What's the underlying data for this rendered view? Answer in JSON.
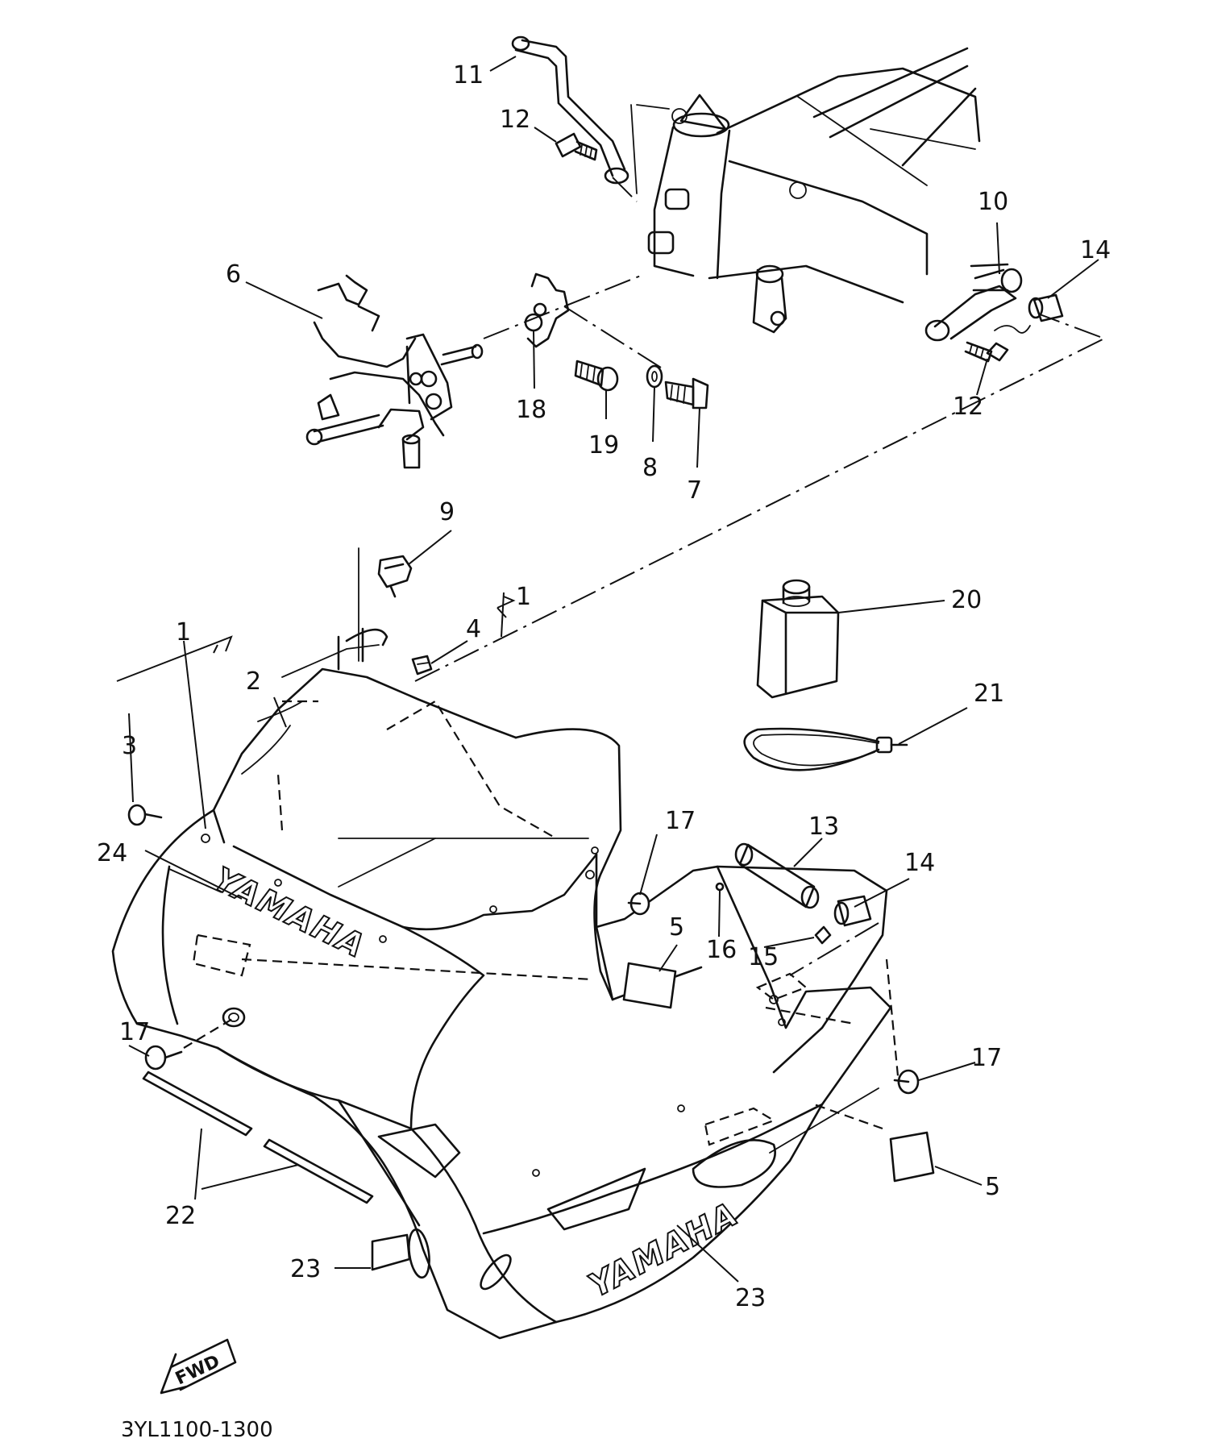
{
  "callouts": {
    "c1a": "1",
    "c1b": "1",
    "c2": "2",
    "c3": "3",
    "c4": "4",
    "c5a": "5",
    "c5b": "5",
    "c6": "6",
    "c7": "7",
    "c8": "8",
    "c9": "9",
    "c10": "10",
    "c11": "11",
    "c12a": "12",
    "c12b": "12",
    "c13": "13",
    "c14a": "14",
    "c14b": "14",
    "c15": "15",
    "c16": "16",
    "c17a": "17",
    "c17b": "17",
    "c17c": "17",
    "c18": "18",
    "c19": "19",
    "c20": "20",
    "c21": "21",
    "c22": "22",
    "c23a": "23",
    "c23b": "23",
    "c24": "24"
  },
  "decals": {
    "brand_upper": "YAMAHA",
    "brand_lower": "YAMAHA"
  },
  "direction_arrow": "FWD",
  "diagram_code": "3YL1100-1300"
}
